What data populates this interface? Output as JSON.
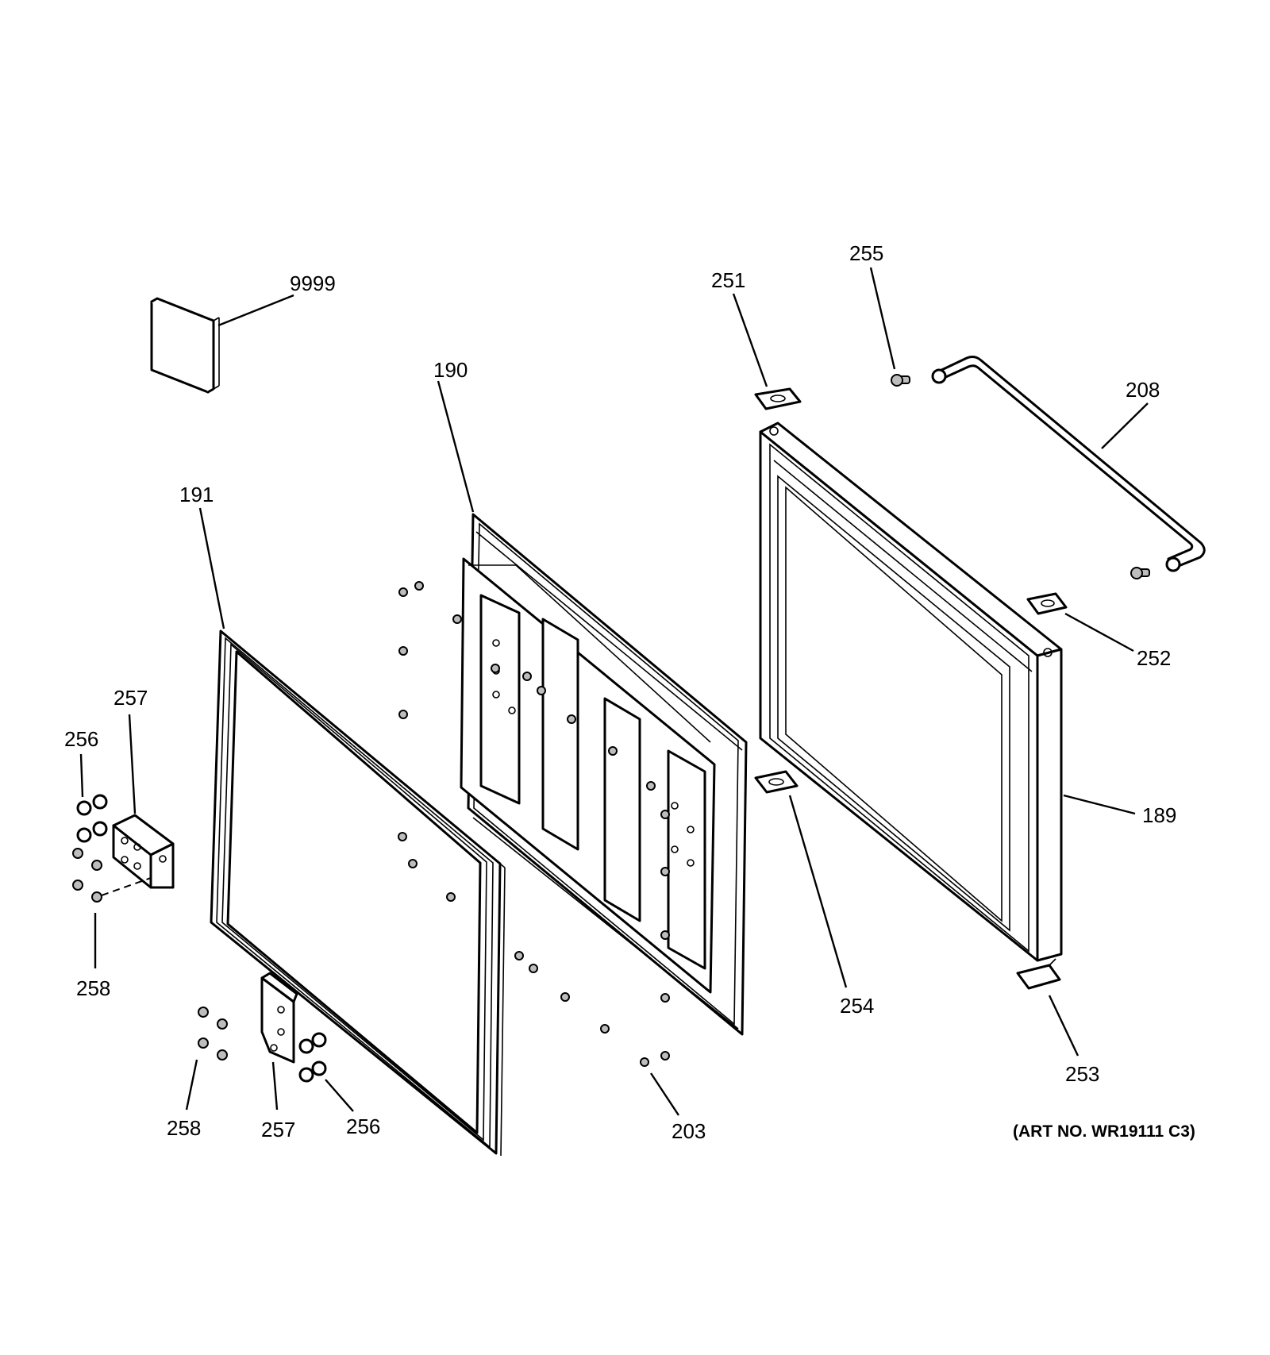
{
  "callouts": {
    "c9999": "9999",
    "c190": "190",
    "c191": "191",
    "c251": "251",
    "c255": "255",
    "c208": "208",
    "c252": "252",
    "c189": "189",
    "c254": "254",
    "c253": "253",
    "c203": "203",
    "c257_left": "257",
    "c256_left": "256",
    "c258_left": "258",
    "c258_bottom": "258",
    "c257_bottom": "257",
    "c256_bottom": "256"
  },
  "art_number": "(ART NO. WR19111 C3)"
}
